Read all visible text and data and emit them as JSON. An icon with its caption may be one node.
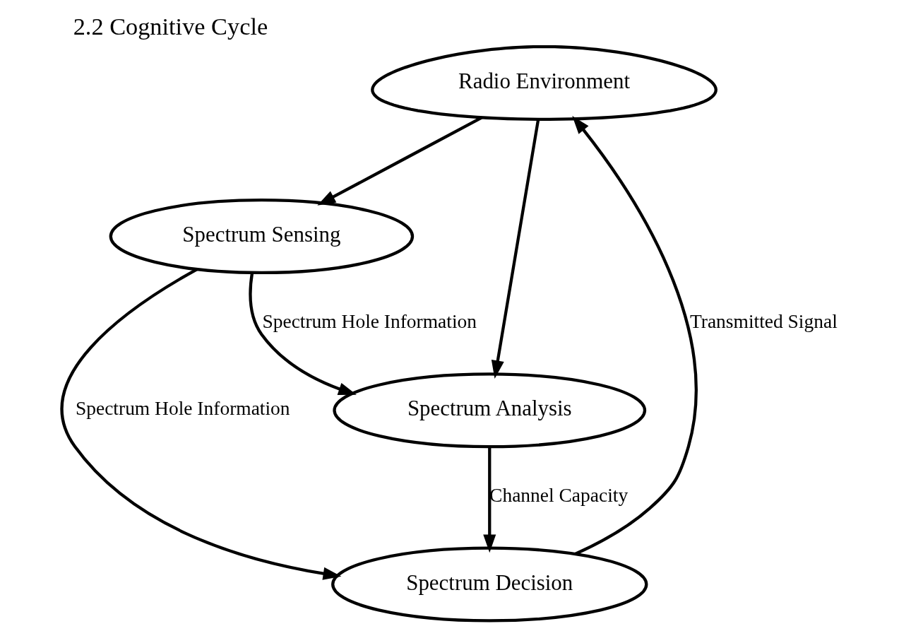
{
  "diagram": {
    "title": "2.2 Cognitive Cycle",
    "nodes": [
      {
        "text": [
          "Radio Environment"
        ]
      },
      {
        "text": [
          "Spectrum Sensing"
        ]
      },
      {
        "text": [
          "Spectrum Analysis"
        ]
      },
      {
        "text": [
          "Spectrum Decision"
        ]
      }
    ],
    "edges": [
      {
        "from": 0,
        "to": 1,
        "arrow": "to"
      },
      {
        "from": 1,
        "to": 3,
        "label": "Spectrum Hole Information",
        "arrow": "to"
      },
      {
        "from": 1,
        "to": 2,
        "label": "Spectrum Hole Information",
        "arrow": "to"
      },
      {
        "from": 0,
        "to": 2,
        "arrow": "to"
      },
      {
        "from": 2,
        "to": 3,
        "label": "Channel Capacity",
        "arrow": "to"
      },
      {
        "from": 3,
        "to": 0,
        "label": "Transmitted Signal",
        "arrow": "to"
      }
    ]
  }
}
